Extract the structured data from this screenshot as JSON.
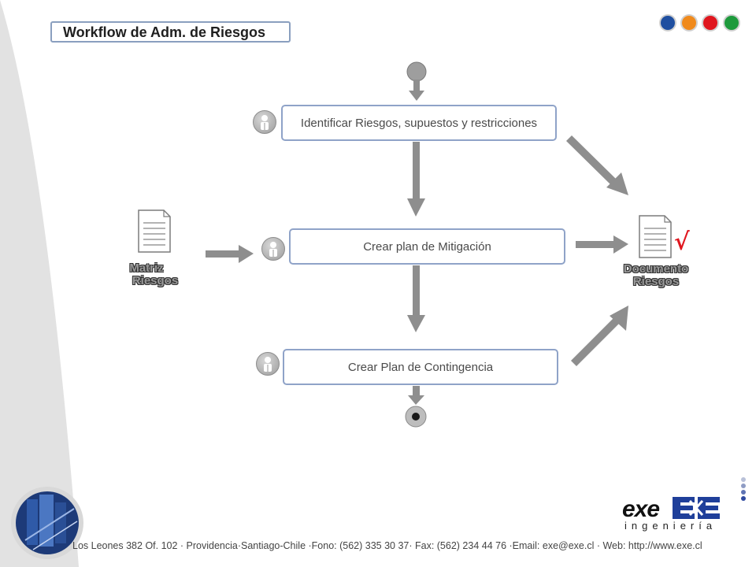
{
  "title": "Workflow de Adm. de Riesgos",
  "header_dots": [
    {
      "name": "blue-dot",
      "color": "#1f4fa0"
    },
    {
      "name": "orange-dot",
      "color": "#f08a1c"
    },
    {
      "name": "red-dot",
      "color": "#e0161e"
    },
    {
      "name": "green-dot",
      "color": "#1e9a3c"
    }
  ],
  "steps": {
    "identify": "Identificar  Riesgos, supuestos y restricciones",
    "mitigation": "Crear plan de Mitigación",
    "contingency": "Crear Plan de Contingencia"
  },
  "input_doc": {
    "line1": "Matriz",
    "line2": "Riesgos",
    "icon": "document-icon"
  },
  "output_doc": {
    "line1": "Documento",
    "line2": "Riesgos",
    "icon": "document-check-icon",
    "check": "√"
  },
  "footer": "Los Leones 382 Of. 102 · Providencia·Santiago-Chile ·Fono: (562) 335 30 37· Fax: (562) 234 44 76 ·Email: exe@exe.cl · Web: http://www.exe.cl",
  "logo": {
    "word": "exe",
    "sub": "ingeniería"
  }
}
